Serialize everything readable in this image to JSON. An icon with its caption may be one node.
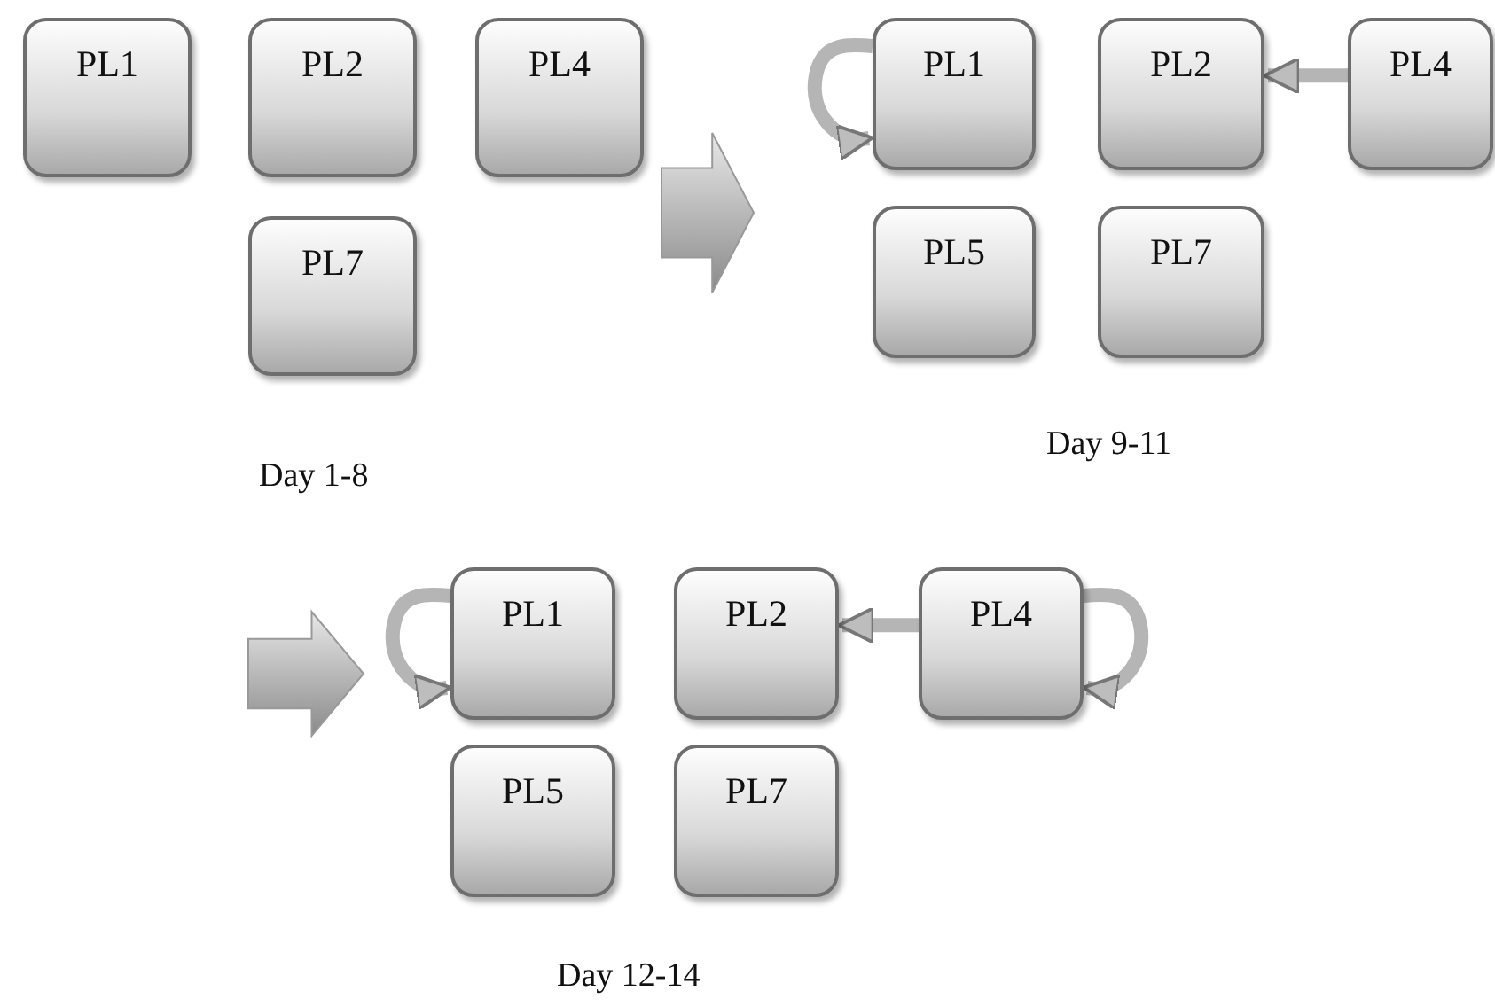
{
  "diagram": {
    "nodes": [
      {
        "text": [
          "PL1"
        ]
      },
      {
        "text": [
          "PL2"
        ]
      },
      {
        "text": [
          "PL4"
        ]
      },
      {
        "text": [
          "PL7"
        ]
      },
      {
        "text": [
          "PL1"
        ]
      },
      {
        "text": [
          "PL2"
        ]
      },
      {
        "text": [
          "PL4"
        ]
      },
      {
        "text": [
          "PL5"
        ]
      },
      {
        "text": [
          "PL7"
        ]
      },
      {
        "text": [
          "PL1"
        ]
      },
      {
        "text": [
          "PL2"
        ]
      },
      {
        "text": [
          "PL4"
        ]
      },
      {
        "text": [
          "PL5"
        ]
      },
      {
        "text": [
          "PL7"
        ]
      }
    ],
    "edges": [
      {
        "from": 4,
        "to": 4,
        "arrow": "to"
      },
      {
        "from": 6,
        "to": 5,
        "arrow": "to"
      },
      {
        "from": 9,
        "to": 9,
        "arrow": "to"
      },
      {
        "from": 11,
        "to": 10,
        "arrow": "to"
      },
      {
        "from": 11,
        "to": 11,
        "arrow": "to"
      }
    ],
    "labels": [
      "Day 1-8",
      "Day 9-11",
      "Day 12-14"
    ]
  }
}
